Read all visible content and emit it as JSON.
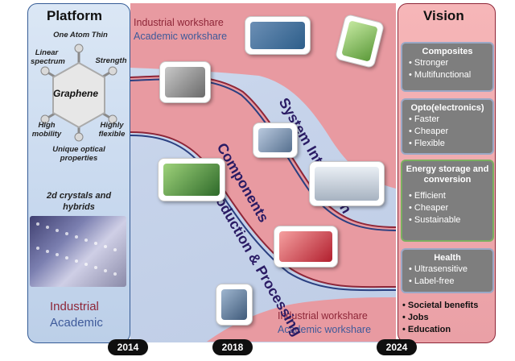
{
  "platform": {
    "title": "Platform",
    "center_label": "Graphene",
    "properties": [
      "One Atom Thin",
      "Linear spectrum",
      "Strength",
      "High mobility",
      "Highly flexible",
      "Unique optical properties"
    ],
    "crystals_label": "2d  crystals and hybrids",
    "industrial": "Industrial",
    "academic": "Academic"
  },
  "workshare_top": {
    "industrial": "Industrial workshare",
    "academic": "Academic workshare"
  },
  "workshare_bottom": {
    "industrial": "Industrial workshare",
    "academic": "Academic workshare"
  },
  "stages": [
    "System Integration",
    "Components",
    "Production & Processing"
  ],
  "vision": {
    "title": "Vision",
    "boxes": [
      {
        "title": "Composites",
        "items": [
          "Stronger",
          "Multifunctional"
        ]
      },
      {
        "title": "Opto(electronics)",
        "items": [
          "Faster",
          "Cheaper",
          "Flexible"
        ]
      },
      {
        "title": "Energy storage and conversion",
        "items": [
          "Efficient",
          "Cheaper",
          "Sustainable"
        ]
      },
      {
        "title": "Health",
        "items": [
          "Ultrasensitive",
          "Label-free"
        ]
      }
    ],
    "societal": [
      "Societal benefits",
      "Jobs",
      "Education"
    ]
  },
  "years": [
    "2014",
    "2018",
    "2024"
  ],
  "colors": {
    "industrial": "#8e2638",
    "academic": "#3e5a9a",
    "band_red": "#e79aa0",
    "band_blue": "#c6d3ea"
  }
}
